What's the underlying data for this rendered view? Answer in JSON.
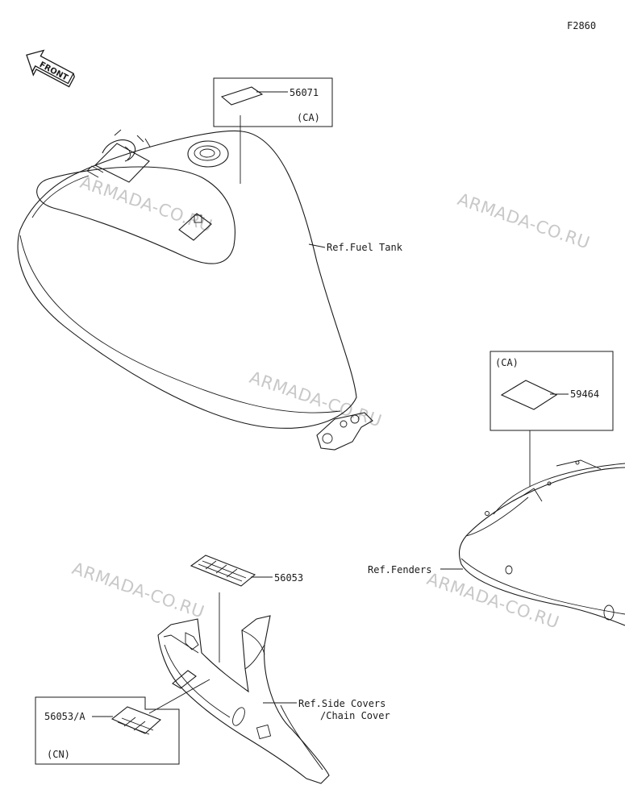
{
  "figure_code": "F2860",
  "front_arrow": "FRONT",
  "watermark": "ARMADA-CO.RU",
  "parts": {
    "p56071": {
      "number": "56071",
      "region": "(CA)"
    },
    "p59464": {
      "number": "59464",
      "region": "(CA)"
    },
    "p56053": {
      "number": "56053"
    },
    "p56053a": {
      "number": "56053/A",
      "region": "(CN)"
    }
  },
  "refs": {
    "fuel_tank": "Ref.Fuel Tank",
    "fenders": "Ref.Fenders",
    "side_covers_1": "Ref.Side Covers",
    "side_covers_2": "/Chain Cover"
  }
}
